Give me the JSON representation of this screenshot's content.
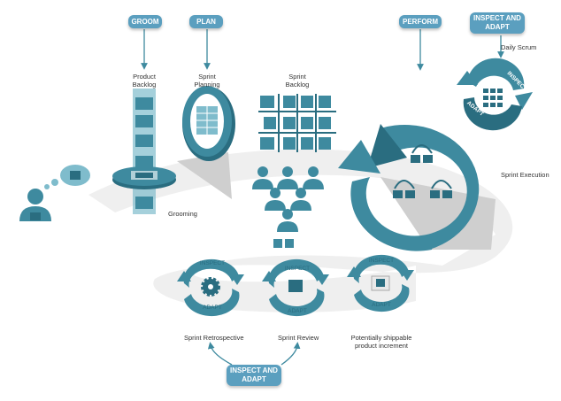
{
  "top_labels": {
    "groom": "GROOM",
    "plan": "PLAN",
    "perform": "PERFORM",
    "inspect_adapt_top_line1": "INSPECT AND",
    "inspect_adapt_top_line2": "ADAPT"
  },
  "bottom_label": {
    "line1": "INSPECT AND",
    "line2": "ADAPT"
  },
  "stages": {
    "product_backlog_line1": "Product",
    "product_backlog_line2": "Backlog",
    "sprint_planning_line1": "Sprint",
    "sprint_planning_line2": "Planning",
    "sprint_backlog_line1": "Sprint",
    "sprint_backlog_line2": "Backlog",
    "daily_scrum": "Daily Scrum",
    "sprint_execution": "Sprint Execution",
    "grooming": "Grooming",
    "sprint_retrospective": "Sprint Retrospective",
    "sprint_review": "Sprint Review",
    "increment_line1": "Potentially shippable",
    "increment_line2": "product increment"
  },
  "cycle_text": {
    "inspect": "INSPECT",
    "adapt": "ADAPT"
  },
  "colors": {
    "teal": "#3e8a9f",
    "teal_dark": "#2a6d80",
    "teal_light": "#7fbccc",
    "pill": "#5b9fbf",
    "path_gray": "#efefef",
    "shadow_gray": "#c9c9c9"
  }
}
